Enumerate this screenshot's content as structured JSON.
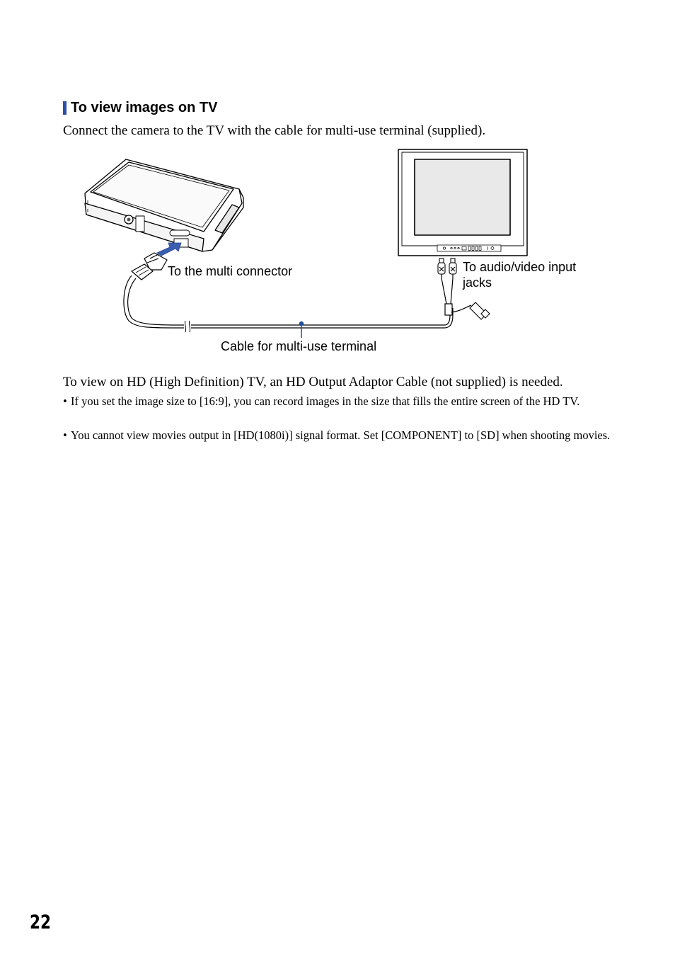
{
  "section": {
    "heading": "To view images on TV",
    "intro": "Connect the camera to the TV with the cable for multi-use terminal (supplied)."
  },
  "diagram": {
    "label_multi_connector": "To the multi connector",
    "label_av_jacks_line1": "To audio/video input",
    "label_av_jacks_line2": "jacks",
    "label_cable": "Cable for multi-use terminal",
    "colors": {
      "accent": "#2a4fa8",
      "arrow": "#3a5fb0",
      "line": "#000000",
      "screen": "#e9e9e9",
      "callout_dot": "#1f4e99"
    }
  },
  "notes": {
    "hd_note": "To view on HD (High Definition) TV, an HD Output Adaptor Cable (not supplied) is needed.",
    "bullet_mark": "•",
    "bullets": [
      "If you set the image size to [16:9], you can record images in the size that fills the entire screen of the HD TV.",
      "You cannot view movies output in [HD(1080i)] signal format. Set [COMPONENT] to [SD] when shooting movies."
    ]
  },
  "page": {
    "number": "22"
  }
}
